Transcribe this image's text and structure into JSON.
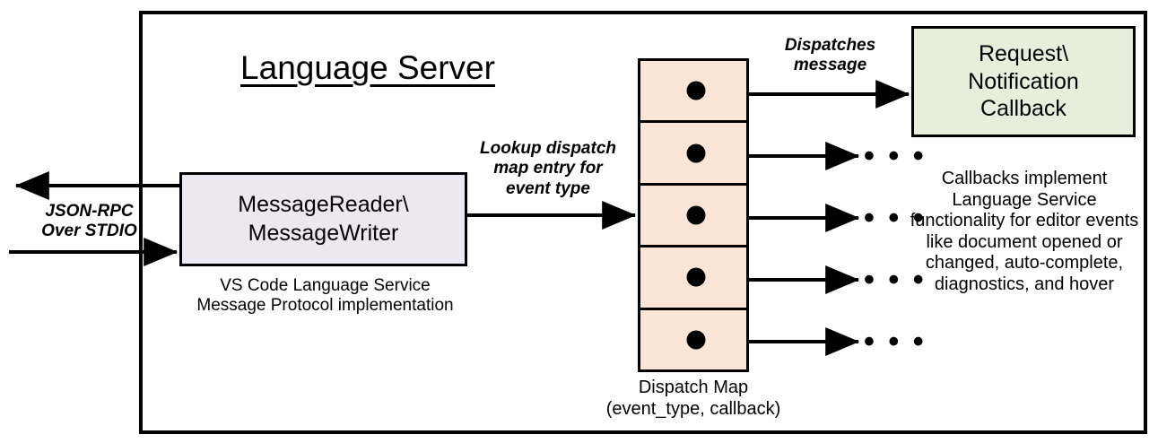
{
  "diagram": {
    "title": "Language Server",
    "outer_border_color": "#000000",
    "background": "#ffffff"
  },
  "external_channel": {
    "label": "JSON-RPC\nOver STDIO",
    "outbound_arrow_name": "arrow-out-to-client",
    "inbound_arrow_name": "arrow-in-from-client"
  },
  "reader_writer": {
    "label": "MessageReader\\\nMessageWriter",
    "caption": "VS Code Language Service\nMessage Protocol implementation",
    "fill": "#EBE8F2"
  },
  "lookup_edge": {
    "label": "Lookup dispatch\nmap entry for\nevent type"
  },
  "dispatch_map": {
    "caption": "Dispatch Map\n(event_type, callback)",
    "fill": "#FBE5D6",
    "rows": [
      {
        "index": 1,
        "dot": "callback-dot",
        "target": "callback-box"
      },
      {
        "index": 2,
        "dot": "callback-dot",
        "target": "ellipsis"
      },
      {
        "index": 3,
        "dot": "callback-dot",
        "target": "ellipsis"
      },
      {
        "index": 4,
        "dot": "callback-dot",
        "target": "ellipsis"
      },
      {
        "index": 5,
        "dot": "callback-dot",
        "target": "ellipsis"
      }
    ],
    "ellipsis_glyph": "• • •"
  },
  "dispatch_edge": {
    "label": "Dispatches\nmessage"
  },
  "callback": {
    "label": "Request\\\nNotification\nCallback",
    "caption": "Callbacks implement Language Service functionality for editor events like document opened or changed, auto-complete, diagnostics, and hover",
    "fill": "#E8EEDC"
  }
}
